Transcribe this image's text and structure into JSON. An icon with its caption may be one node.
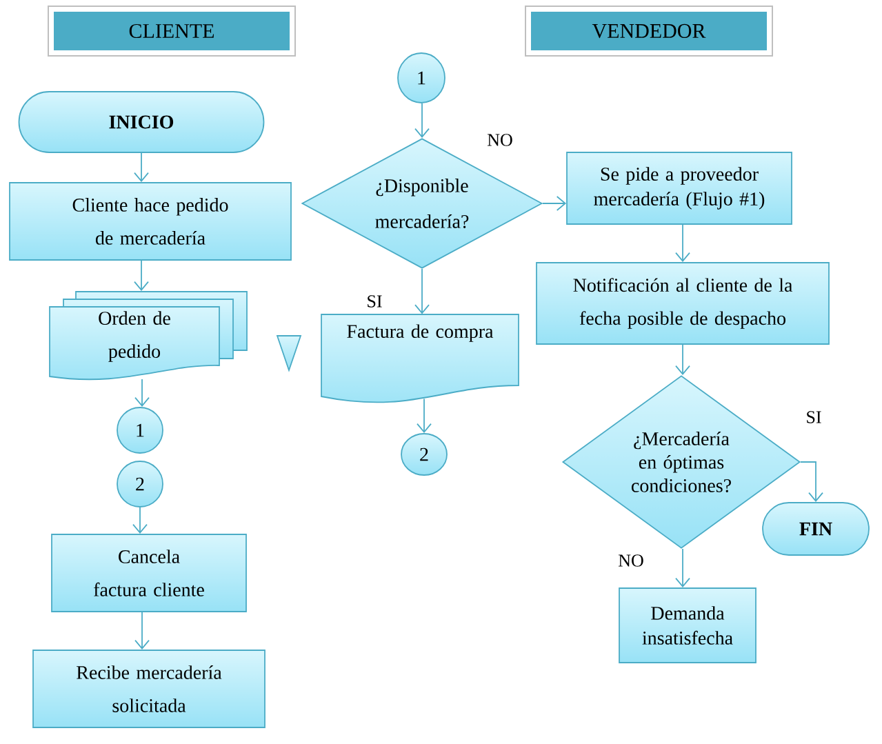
{
  "diagram": {
    "nodes": [
      {
        "text": [
          "CLIENTE"
        ]
      },
      {
        "text": [
          "VENDEDOR"
        ]
      },
      {
        "text": [
          "INICIO"
        ]
      },
      {
        "text": [
          "Cliente hace pedido de mercadería"
        ]
      },
      {
        "text": [
          "Orden de pedido"
        ]
      },
      {
        "text": [
          "1"
        ]
      },
      {
        "text": [
          "2"
        ]
      },
      {
        "text": [
          "Cancela factura cliente"
        ]
      },
      {
        "text": [
          "Recibe mercadería solicitada"
        ]
      },
      {
        "text": [
          "1"
        ]
      },
      {
        "text": [
          "¿Disponible mercadería?"
        ]
      },
      {
        "text": [
          "Factura de compra"
        ]
      },
      {
        "text": [
          "2"
        ]
      },
      {
        "text": [
          "Se pide a proveedor mercadería (Flujo #1)"
        ]
      },
      {
        "text": [
          "Notificación al cliente de la fecha posible de despacho"
        ]
      },
      {
        "text": [
          "¿Mercadería en óptimas condiciones?"
        ]
      },
      {
        "text": [
          "FIN"
        ]
      },
      {
        "text": [
          "Demanda insatisfecha"
        ]
      },
      {
        "text": [],
        "shape": "triangle"
      }
    ],
    "edges": [
      {
        "from": 2,
        "to": 3,
        "arrow": "to"
      },
      {
        "from": 3,
        "to": 4,
        "arrow": "to"
      },
      {
        "from": 4,
        "to": 5,
        "arrow": "to"
      },
      {
        "from": 6,
        "to": 7,
        "arrow": "to"
      },
      {
        "from": 7,
        "to": 8,
        "arrow": "to"
      },
      {
        "from": 9,
        "to": 10,
        "arrow": "to"
      },
      {
        "from": 10,
        "to": 13,
        "arrow": "to",
        "label": "NO"
      },
      {
        "from": 10,
        "to": 11,
        "arrow": "to",
        "label": "SI"
      },
      {
        "from": 11,
        "to": 12,
        "arrow": "to"
      },
      {
        "from": 13,
        "to": 14,
        "arrow": "to"
      },
      {
        "from": 14,
        "to": 15,
        "arrow": "to"
      },
      {
        "from": 15,
        "to": 16,
        "arrow": "to",
        "label": "SI"
      },
      {
        "from": 15,
        "to": 17,
        "arrow": "to",
        "label": "NO"
      }
    ]
  }
}
